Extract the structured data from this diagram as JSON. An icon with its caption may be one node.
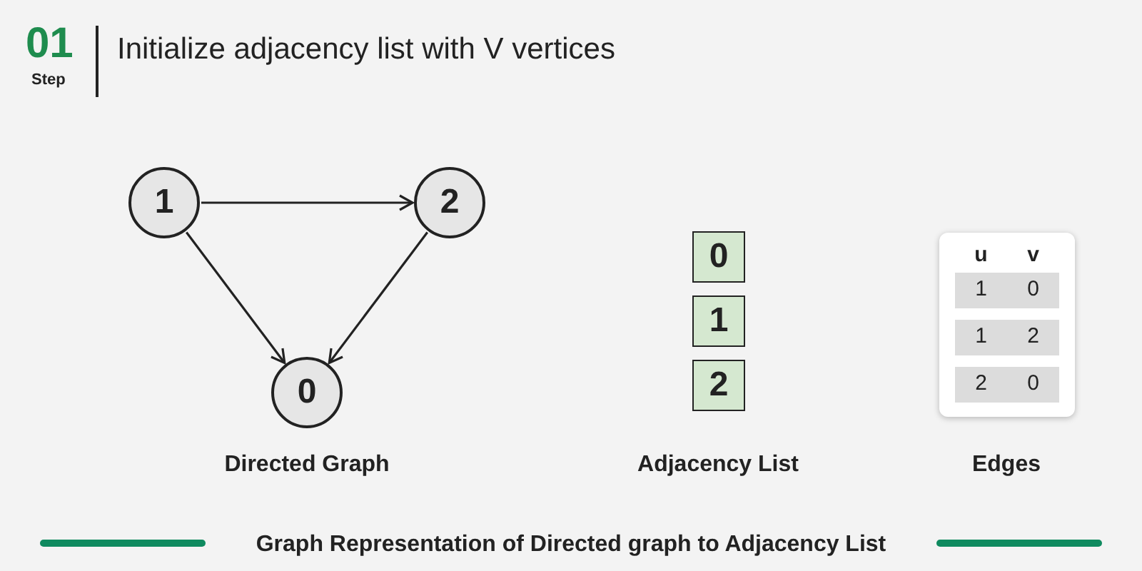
{
  "diagram": {
    "title": "Initialize adjacency list with V vertices",
    "caption": "Graph Representation of Directed graph to Adjacency List",
    "nodes": [
      {
        "text": [
          "1"
        ]
      },
      {
        "text": [
          "2"
        ]
      },
      {
        "text": [
          "0"
        ]
      },
      {
        "text": [
          "0"
        ]
      },
      {
        "text": [
          "1"
        ]
      },
      {
        "text": [
          "2"
        ]
      }
    ],
    "edges": [
      {
        "from": 0,
        "to": 1,
        "arrow": "to"
      },
      {
        "from": 0,
        "to": 2,
        "arrow": "to"
      },
      {
        "from": 1,
        "to": 2,
        "arrow": "to"
      }
    ],
    "labels": [
      "01",
      "Step",
      "u",
      "v",
      "1",
      "0",
      "1",
      "2",
      "2",
      "0",
      "Directed Graph",
      "Adjacency List",
      "Edges"
    ]
  }
}
